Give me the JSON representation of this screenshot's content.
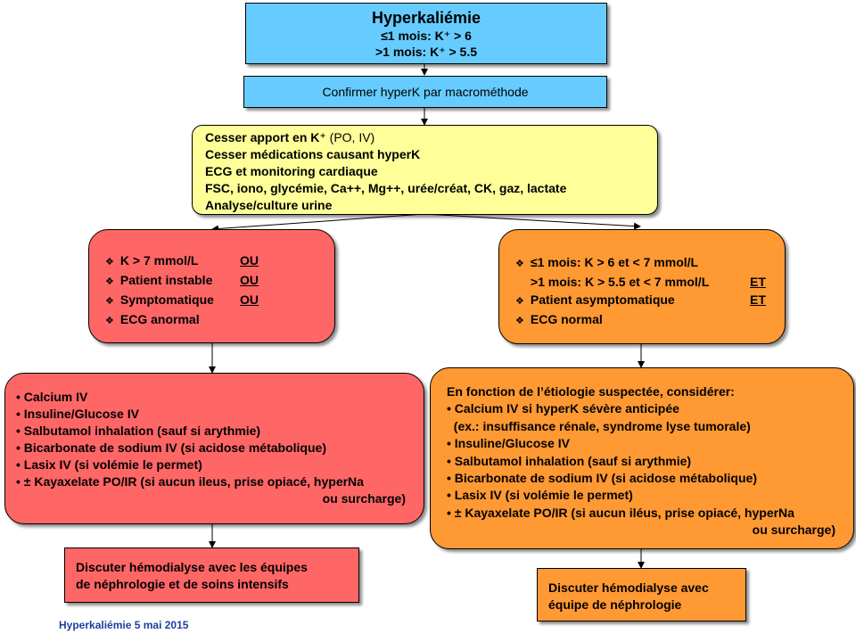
{
  "title_box": {
    "title": "Hyperkaliémie",
    "line1": "≤1 mois: K⁺ > 6",
    "line2": ">1 mois: K⁺ > 5.5"
  },
  "confirm_box": {
    "text": "Confirmer hyperK par macrométhode"
  },
  "initial_box": {
    "line1_main": "Cesser apport en K⁺",
    "line1_suffix": " (PO, IV)",
    "line2": "Cesser médications causant hyperK",
    "line3": "ECG et monitoring cardiaque",
    "line4": "FSC, iono, glycémie, Ca++, Mg++, urée/créat, CK, gaz, lactate",
    "line5": "Analyse/culture urine"
  },
  "severe_criteria": {
    "items": [
      {
        "text": "K > 7 mmol/L",
        "connector": "OU"
      },
      {
        "text": "Patient instable",
        "connector": "OU"
      },
      {
        "text": "Symptomatique",
        "connector": "OU"
      },
      {
        "text": "ECG  anormal",
        "connector": ""
      }
    ]
  },
  "moderate_criteria": {
    "line1": "≤1 mois: K > 6 et < 7 mmol/L",
    "line2": ">1 mois: K > 5.5 et < 7 mmol/L",
    "line2_connector": "ET",
    "line3": "Patient asymptomatique",
    "line3_connector": "ET",
    "line4": "ECG normal"
  },
  "severe_treatment": {
    "items": [
      "• Calcium IV",
      "• Insuline/Glucose IV",
      "• Salbutamol inhalation (sauf si arythmie)",
      "• Bicarbonate de sodium IV  (si acidose métabolique)",
      "• Lasix IV (si volémie le permet)",
      "• ± Kayaxelate PO/IR (si aucun ileus, prise opiacé, hyperNa"
    ],
    "continuation": "ou surcharge)"
  },
  "moderate_treatment": {
    "intro": "En fonction de l’étiologie suspectée, considérer:",
    "items": [
      "• Calcium IV si hyperK sévère anticipée",
      "  (ex.: insuffisance rénale, syndrome lyse tumorale)",
      "• Insuline/Glucose IV",
      "• Salbutamol inhalation (sauf si arythmie)",
      "• Bicarbonate de sodium IV  (si acidose métabolique)",
      "• Lasix IV (si volémie le permet)",
      "• ± Kayaxelate PO/IR (si aucun iléus, prise opiacé, hyperNa"
    ],
    "continuation": "ou surcharge)"
  },
  "dialysis_left": {
    "line1": "Discuter hémodialyse avec les équipes",
    "line2": "de néphrologie et de soins intensifs"
  },
  "dialysis_right": {
    "line1": "Discuter hémodialyse avec",
    "line2": "équipe de néphrologie"
  },
  "footer": "Hyperkaliémie 5 mai 2015",
  "colors": {
    "blue": "#66ccff",
    "yellow": "#ffff99",
    "red": "#ff6666",
    "orange": "#ff9933",
    "footer_text": "#1f3f9f"
  },
  "icons": {
    "bullet": "diamond-bullet-icon"
  }
}
